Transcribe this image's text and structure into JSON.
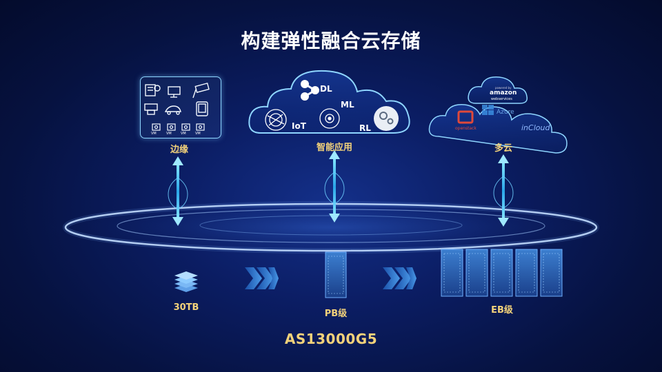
{
  "title": "构建弹性融合云存储",
  "edge": {
    "label": "边缘",
    "vm_label": "VM"
  },
  "ai": {
    "label": "智能应用",
    "dl": "DL",
    "ml": "ML",
    "iot": "IoT",
    "rl": "RL"
  },
  "multicloud": {
    "label": "多云",
    "amazon": "amazon",
    "aws_powered": "powered by",
    "aws_sub": "webservices",
    "azure": "Azure",
    "openstack": "openstack",
    "incloud": "inCloud"
  },
  "tiers": [
    {
      "label": "30TB"
    },
    {
      "label": "PB级"
    },
    {
      "label": "EB级"
    }
  ],
  "model": "AS13000G5",
  "colors": {
    "accent_gold": "#f3d27a",
    "glow": "#5ad2ff",
    "background": "#0b1d63"
  }
}
